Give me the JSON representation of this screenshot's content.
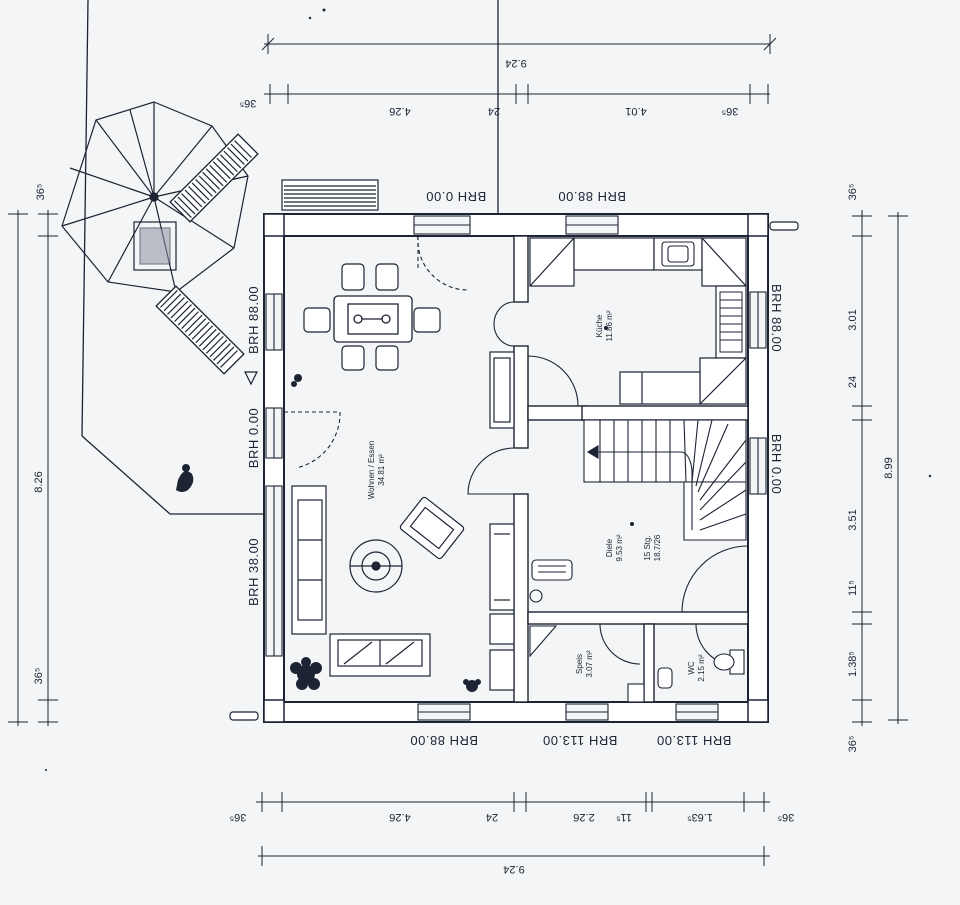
{
  "colors": {
    "ink": "#1c2333",
    "paper": "#f3f5f7",
    "wall": "#ffffff"
  },
  "brh": {
    "top_left": "BRH 0.00",
    "top_right": "BRH 88.00",
    "left_upper": "BRH 88.00",
    "left_mid": "BRH 0.00",
    "left_lower": "BRH 38.00",
    "right_upper": "BRH 88.00",
    "right_lower": "BRH 0.00",
    "bottom_left": "BRH 88.00",
    "bottom_mid": "BRH 113.00",
    "bottom_right": "BRH 113.00"
  },
  "rooms": {
    "wohnen_name": "Wohnen / Essen",
    "wohnen_area": "34.81 m²",
    "kueche_name": "Küche",
    "kueche_area": "11.86 m²",
    "diele_name": "Diele",
    "diele_area": "9.53 m²",
    "stair_steps": "15 Stg.",
    "stair_ratio": "18.7/26",
    "speis_name": "Speis",
    "speis_area": "3.07 m²",
    "wc_name": "WC",
    "wc_area": "2.15 m²"
  },
  "dims": {
    "top_total": "9.24",
    "top_left_wall": "36⁵",
    "top_seg1": "4.26",
    "top_inner": "24",
    "top_seg2": "4.01",
    "top_right_wall": "36⁵",
    "bottom_total": "9.24",
    "bottom_left_wall": "36⁵",
    "bottom_seg1": "4.26",
    "bottom_inner": "24",
    "bottom_seg2": "2.26",
    "bottom_inner2": "11⁵",
    "bottom_seg3": "1.63⁵",
    "bottom_right_wall": "36⁵",
    "left_total": "8.26",
    "left_top_wall": "36⁵",
    "left_bottom_wall": "36⁵",
    "right_top_wall": "36⁵",
    "right_seg1": "3.01",
    "right_inner": "24",
    "right_seg2": "3.51",
    "right_inner2": "11⁵",
    "right_seg3": "1.38⁵",
    "right_bottom_wall": "36⁵",
    "right_total": "8.99"
  }
}
